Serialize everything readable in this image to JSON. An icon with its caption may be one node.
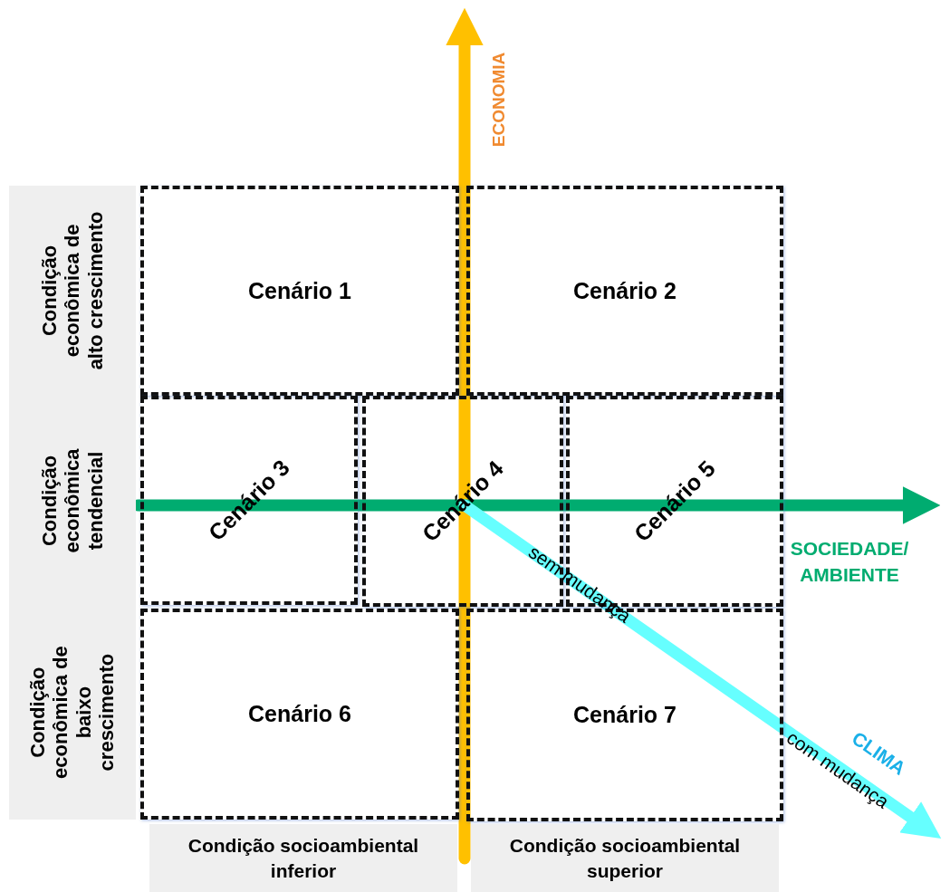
{
  "diagram": {
    "nodes": [
      {
        "text": [
          "Condição econômica de alto crescimento"
        ]
      },
      {
        "text": [
          "Cenário 1"
        ]
      },
      {
        "text": [
          "Cenário 2"
        ]
      },
      {
        "text": [
          "Condição econômica tendencial"
        ]
      },
      {
        "text": [
          "Cenário 3"
        ]
      },
      {
        "text": [
          "Cenário 4"
        ]
      },
      {
        "text": [
          "Cenário 5"
        ]
      },
      {
        "text": [
          "Condição econômica de baixo crescimento"
        ]
      },
      {
        "text": [
          "Cenário 6"
        ]
      },
      {
        "text": [
          "Cenário 7"
        ]
      },
      {
        "text": [
          "Condição socioambiental inferior"
        ]
      },
      {
        "text": [
          "Condição socioambiental superior"
        ]
      }
    ],
    "labels": [
      "ECONOMIA",
      "SOCIEDADE/ AMBIENTE",
      "sem mudança",
      "com mudança",
      "CLIMA"
    ]
  }
}
